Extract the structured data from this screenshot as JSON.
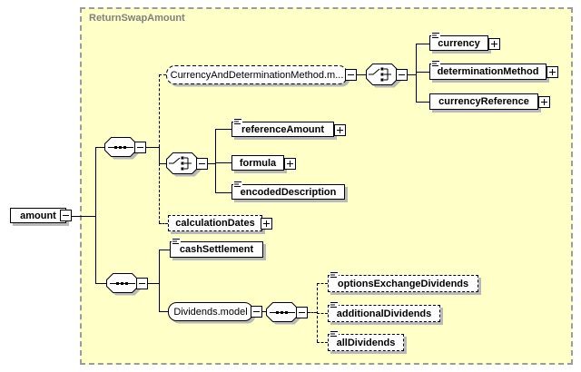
{
  "title": "ReturnSwapAmount",
  "nodes": {
    "amount": "amount",
    "currencyAndDeterminationMethod": "CurrencyAndDeterminationMethod.m...",
    "currency": "currency",
    "determinationMethod": "determinationMethod",
    "currencyReference": "currencyReference",
    "referenceAmount": "referenceAmount",
    "formula": "formula",
    "encodedDescription": "encodedDescription",
    "calculationDates": "calculationDates",
    "cashSettlement": "cashSettlement",
    "dividendsModel": "Dividends.model",
    "optionsExchangeDividends": "optionsExchangeDividends",
    "additionalDividends": "additionalDividends",
    "allDividends": "allDividends"
  },
  "icons": {
    "sequence": "sequence-compositor",
    "choice": "choice-compositor",
    "collapse": "-",
    "expand": "+",
    "text_content": "simple-content-lines"
  },
  "colors": {
    "container_bg": "#FFFFC8",
    "container_border": "#9C9C9C",
    "title": "#808080",
    "node_bg": "#FFFFFF",
    "node_border": "#000000",
    "shadow": "#B9B9B9",
    "line": "#000000"
  }
}
